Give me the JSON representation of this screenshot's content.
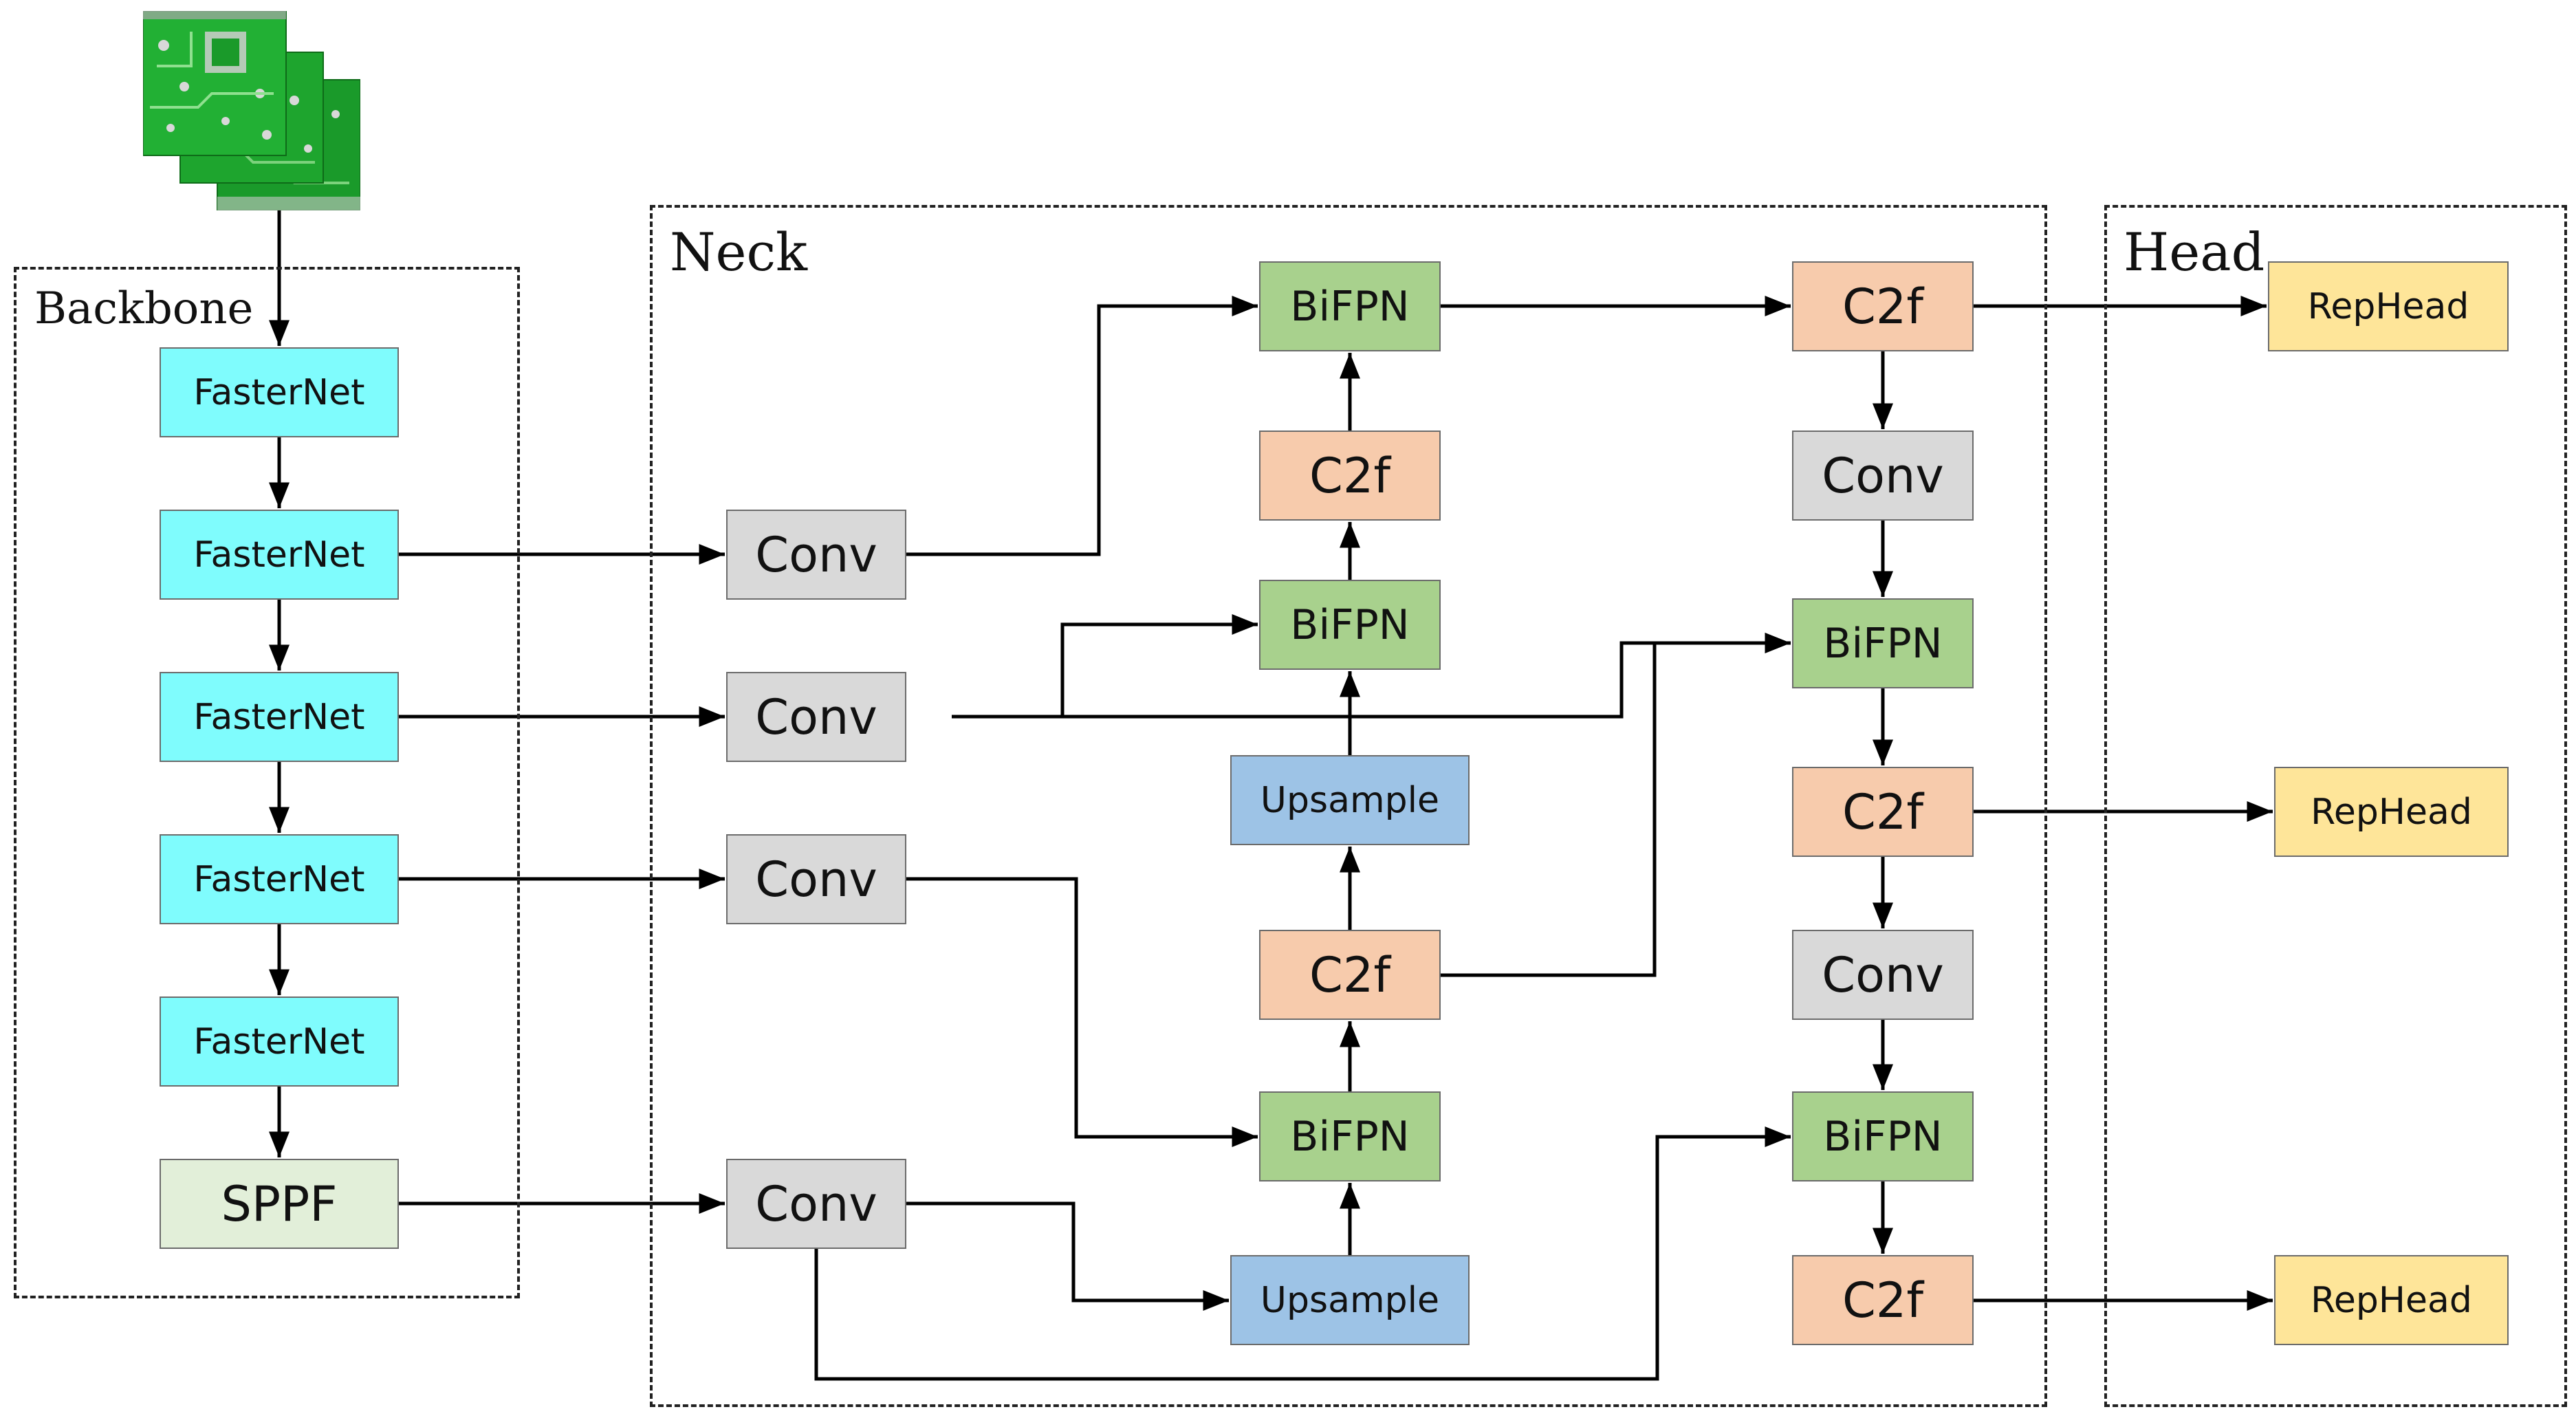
{
  "colors": {
    "fasternet": "#7ffcfd",
    "sppf": "#e2efd9",
    "conv": "#d9d9d9",
    "bifpn": "#a8d18d",
    "c2f": "#f7cbac",
    "upsample": "#9dc3e6",
    "rephead": "#fee599",
    "wire": "#000000"
  },
  "groups": {
    "backbone": {
      "label": "Backbone"
    },
    "neck": {
      "label": "Neck"
    },
    "head": {
      "label": "Head"
    }
  },
  "input": {
    "icon": "pcb-image-stack-icon"
  },
  "nodes": {
    "fasternet_1": {
      "label": "FasterNet",
      "kind": "fasternet"
    },
    "fasternet_2": {
      "label": "FasterNet",
      "kind": "fasternet"
    },
    "fasternet_3": {
      "label": "FasterNet",
      "kind": "fasternet"
    },
    "fasternet_4": {
      "label": "FasterNet",
      "kind": "fasternet"
    },
    "fasternet_5": {
      "label": "FasterNet",
      "kind": "fasternet"
    },
    "sppf": {
      "label": "SPPF",
      "kind": "sppf"
    },
    "conv_1": {
      "label": "Conv",
      "kind": "conv"
    },
    "conv_2": {
      "label": "Conv",
      "kind": "conv"
    },
    "conv_3": {
      "label": "Conv",
      "kind": "conv"
    },
    "conv_4": {
      "label": "Conv",
      "kind": "conv"
    },
    "bifpn_top": {
      "label": "BiFPN",
      "kind": "bifpn"
    },
    "c2f_mid_top": {
      "label": "C2f",
      "kind": "c2f"
    },
    "bifpn_mid": {
      "label": "BiFPN",
      "kind": "bifpn"
    },
    "upsample_top": {
      "label": "Upsample",
      "kind": "upsample"
    },
    "c2f_mid_low": {
      "label": "C2f",
      "kind": "c2f"
    },
    "bifpn_low": {
      "label": "BiFPN",
      "kind": "bifpn"
    },
    "upsample_low": {
      "label": "Upsample",
      "kind": "upsample"
    },
    "c2f_out_1": {
      "label": "C2f",
      "kind": "c2f"
    },
    "conv_down_1": {
      "label": "Conv",
      "kind": "conv"
    },
    "bifpn_down_1": {
      "label": "BiFPN",
      "kind": "bifpn"
    },
    "c2f_out_2": {
      "label": "C2f",
      "kind": "c2f"
    },
    "conv_down_2": {
      "label": "Conv",
      "kind": "conv"
    },
    "bifpn_down_2": {
      "label": "BiFPN",
      "kind": "bifpn"
    },
    "c2f_out_3": {
      "label": "C2f",
      "kind": "c2f"
    },
    "rephead_1": {
      "label": "RepHead",
      "kind": "rephead"
    },
    "rephead_2": {
      "label": "RepHead",
      "kind": "rephead"
    },
    "rephead_3": {
      "label": "RepHead",
      "kind": "rephead"
    }
  },
  "edges": [
    [
      "input",
      "fasternet_1"
    ],
    [
      "fasternet_1",
      "fasternet_2"
    ],
    [
      "fasternet_2",
      "fasternet_3"
    ],
    [
      "fasternet_3",
      "fasternet_4"
    ],
    [
      "fasternet_4",
      "fasternet_5"
    ],
    [
      "fasternet_5",
      "sppf"
    ],
    [
      "fasternet_2",
      "conv_1"
    ],
    [
      "fasternet_3",
      "conv_2"
    ],
    [
      "fasternet_4",
      "conv_3"
    ],
    [
      "sppf",
      "conv_4"
    ],
    [
      "conv_4",
      "upsample_low"
    ],
    [
      "upsample_low",
      "bifpn_low"
    ],
    [
      "conv_3",
      "bifpn_low"
    ],
    [
      "bifpn_low",
      "c2f_mid_low"
    ],
    [
      "c2f_mid_low",
      "upsample_top"
    ],
    [
      "upsample_top",
      "bifpn_mid"
    ],
    [
      "conv_2",
      "bifpn_mid"
    ],
    [
      "bifpn_mid",
      "c2f_mid_top"
    ],
    [
      "c2f_mid_top",
      "bifpn_top"
    ],
    [
      "conv_1",
      "bifpn_top"
    ],
    [
      "bifpn_top",
      "c2f_out_1"
    ],
    [
      "c2f_out_1",
      "rephead_1"
    ],
    [
      "c2f_out_1",
      "conv_down_1"
    ],
    [
      "conv_down_1",
      "bifpn_down_1"
    ],
    [
      "conv_2",
      "bifpn_down_1"
    ],
    [
      "c2f_mid_low",
      "bifpn_down_1"
    ],
    [
      "bifpn_down_1",
      "c2f_out_2"
    ],
    [
      "c2f_out_2",
      "rephead_2"
    ],
    [
      "c2f_out_2",
      "conv_down_2"
    ],
    [
      "conv_down_2",
      "bifpn_down_2"
    ],
    [
      "conv_4",
      "bifpn_down_2"
    ],
    [
      "bifpn_down_2",
      "c2f_out_3"
    ],
    [
      "c2f_out_3",
      "rephead_3"
    ]
  ]
}
